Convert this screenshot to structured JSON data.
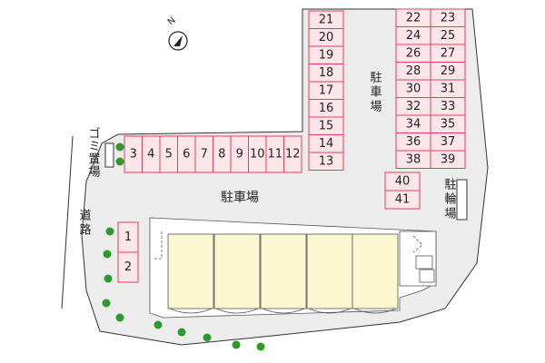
{
  "compass": {
    "label": "N"
  },
  "labels": {
    "parking_main": "駐車場",
    "parking_right": "駐車場",
    "garbage": "ゴミ置場",
    "road": "道路",
    "bicycle": "駐輪場"
  },
  "parking": {
    "column_single_top": [
      "21",
      "20",
      "19",
      "18",
      "17",
      "16",
      "15",
      "14",
      "13"
    ],
    "column_pair_left": [
      "22",
      "24",
      "26",
      "28",
      "30",
      "32",
      "34",
      "36",
      "38"
    ],
    "column_pair_right": [
      "23",
      "25",
      "27",
      "29",
      "31",
      "33",
      "35",
      "37",
      "39"
    ],
    "row_left": [
      "3",
      "4",
      "5",
      "6",
      "7",
      "8",
      "9",
      "10",
      "11",
      "12"
    ],
    "small_stack": [
      "40",
      "41"
    ],
    "left_tall": [
      "1",
      "2"
    ]
  },
  "colors": {
    "lot_fill": "#ececec",
    "lot_stroke": "#333333",
    "slot_fill": "#fde6ea",
    "slot_stroke": "#e0405a",
    "building_fill": "#fbf7d0",
    "tree": "#2e9a2e"
  }
}
